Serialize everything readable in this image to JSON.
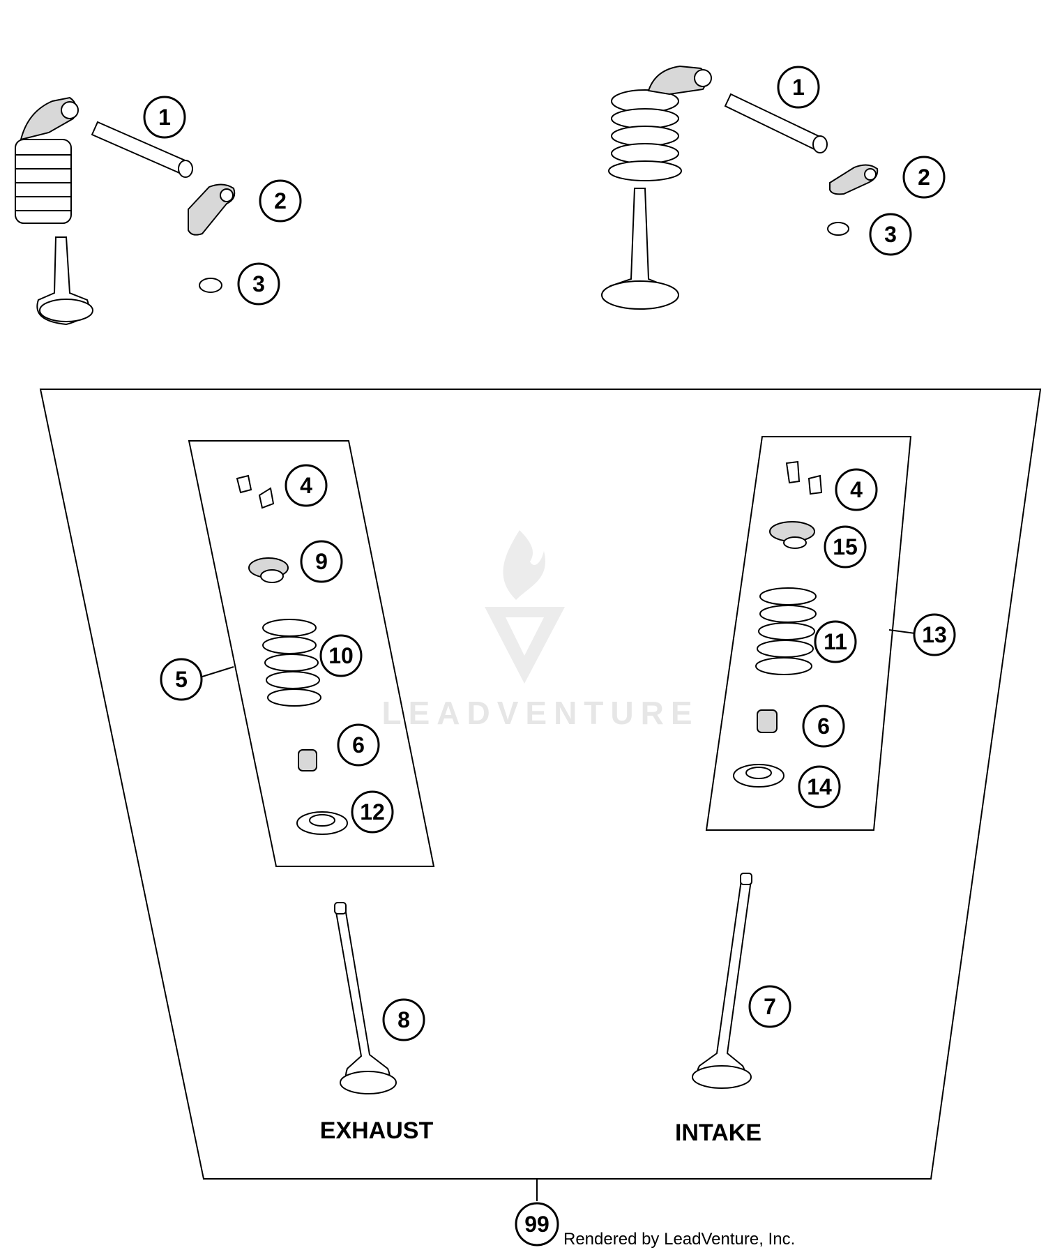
{
  "callouts": {
    "top_left": {
      "rocker_shaft": "1",
      "rocker_arm": "2",
      "shim": "3"
    },
    "top_right": {
      "rocker_shaft": "1",
      "rocker_arm": "2",
      "shim": "3"
    },
    "exhaust_kit": {
      "group": "5",
      "keepers": "4",
      "retainer": "9",
      "spring": "10",
      "stem_seal": "6",
      "spring_seat": "12"
    },
    "intake_kit": {
      "group": "13",
      "keepers": "4",
      "retainer": "15",
      "spring": "11",
      "stem_seal": "6",
      "spring_seat": "14"
    },
    "exhaust_valve": "8",
    "intake_valve": "7",
    "valve_set": "99"
  },
  "labels": {
    "exhaust": "EXHAUST",
    "intake": "INTAKE"
  },
  "credit": "Rendered by LeadVenture, Inc.",
  "watermark": {
    "text": "LEADVENTURE",
    "color": "#e6e6e6"
  },
  "colors": {
    "line": "#000000",
    "background": "#ffffff"
  }
}
